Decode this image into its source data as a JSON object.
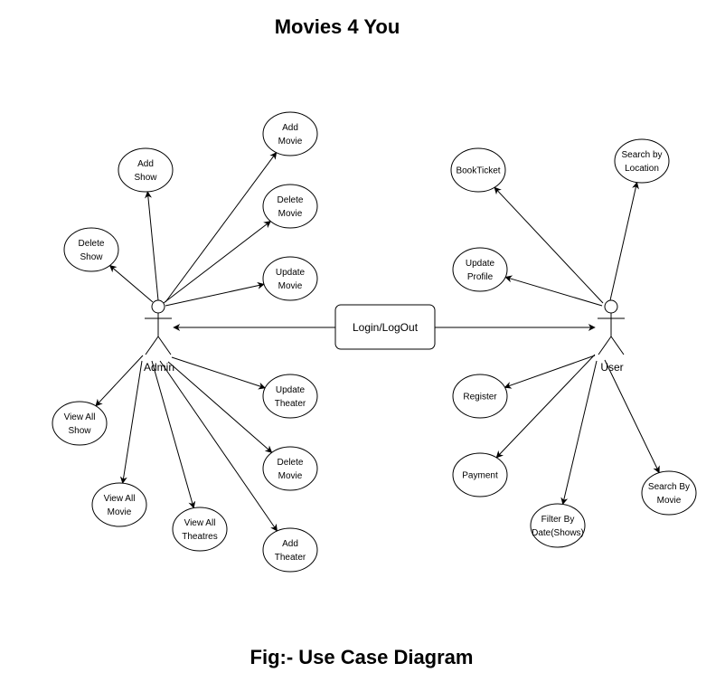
{
  "title": "Movies 4 You",
  "caption": "Fig:- Use Case Diagram",
  "center_box": "Login/LogOut",
  "actors": {
    "admin": "Admin",
    "user": "User"
  },
  "admin_use_cases": [
    [
      "Add",
      "Movie"
    ],
    [
      "Add",
      "Show"
    ],
    [
      "Delete",
      "Movie"
    ],
    [
      "Delete",
      "Show"
    ],
    [
      "Update",
      "Movie"
    ],
    [
      "Update",
      "Theater"
    ],
    [
      "View All",
      "Show"
    ],
    [
      "Delete",
      "Movie"
    ],
    [
      "View All",
      "Movie"
    ],
    [
      "View All",
      "Theatres"
    ],
    [
      "Add",
      "Theater"
    ]
  ],
  "user_use_cases": [
    [
      "BookTicket"
    ],
    [
      "Search by",
      "Location"
    ],
    [
      "Update",
      "Profile"
    ],
    [
      "Register"
    ],
    [
      "Payment"
    ],
    [
      "Search By",
      "Movie"
    ],
    [
      "Filter By",
      "Date(Shows)"
    ]
  ]
}
